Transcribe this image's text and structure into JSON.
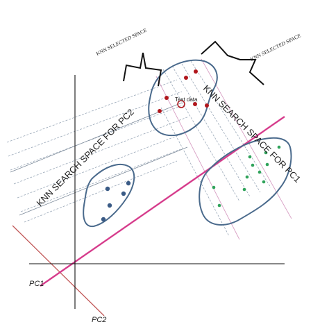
{
  "labels": {
    "pc1": "PC1",
    "pc2": "PC2",
    "test_data": "Test data",
    "knn_selected_left": "KNN SELECTED SPACE",
    "knn_selected_right": "KNN SELECTED SPACE",
    "knn_search_pc1": "KNN SEARCH SPACE FOR PC1",
    "knn_search_pc2": "KNN SEARCH SPACE FOR PC2"
  },
  "colors": {
    "axis": "#111111",
    "pc1_line": "#d63c8c",
    "pc2_line": "#c25a5a",
    "cluster_outline": "#4a6a8c",
    "dashed": "#9aa8b8",
    "dot_red": "#b0161c",
    "dot_blue": "#3a5b86",
    "dot_green": "#2fa35a"
  }
}
